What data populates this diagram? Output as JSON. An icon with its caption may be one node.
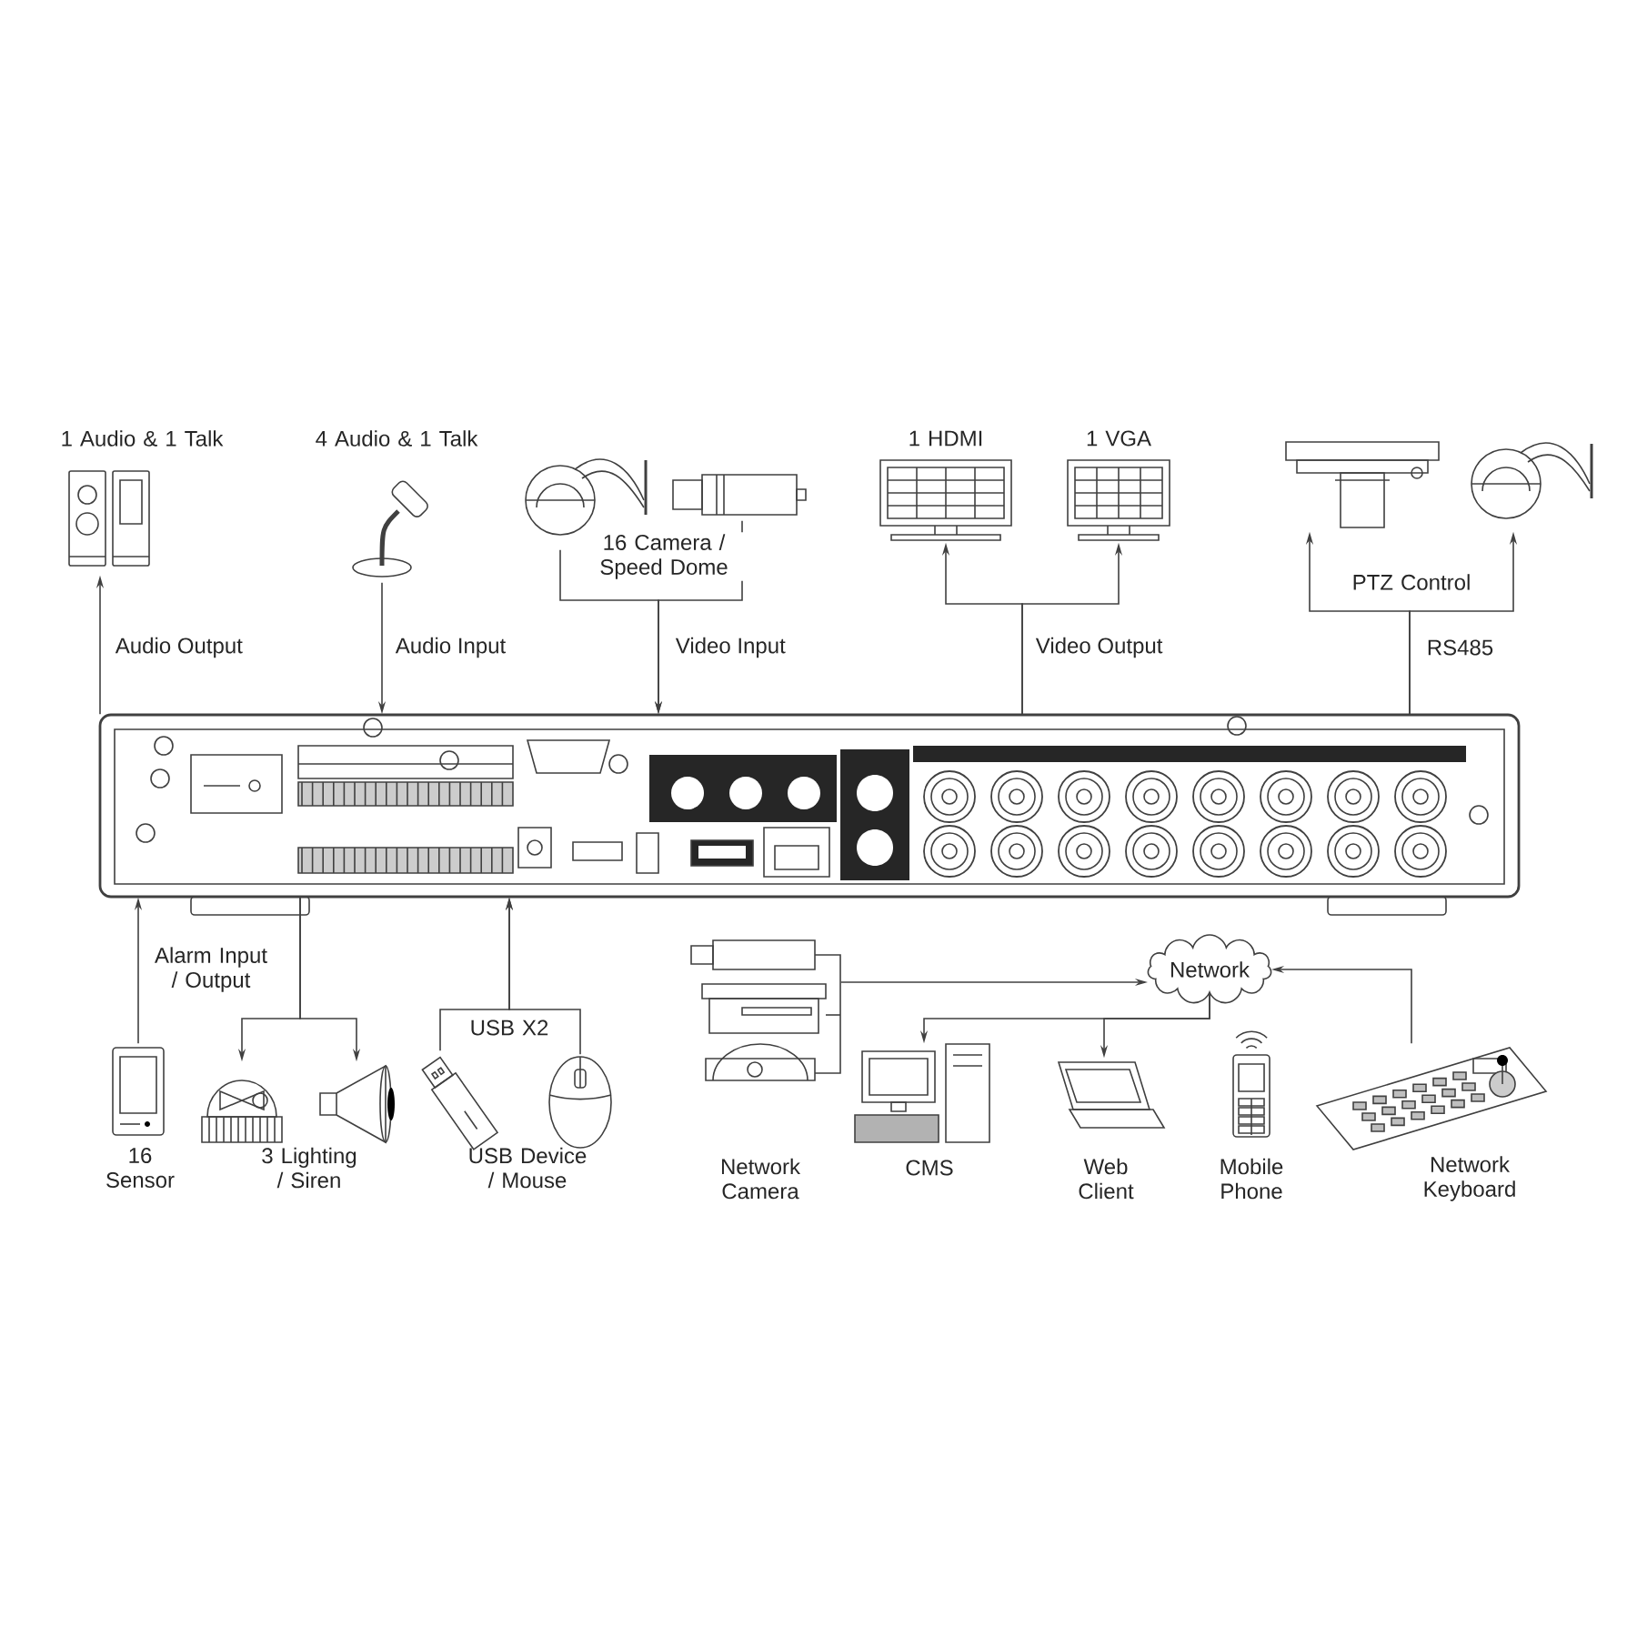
{
  "diagram": {
    "nodes": [
      {
        "text": [
          "1 Audio & 1 Talk"
        ]
      },
      {
        "text": [
          "4 Audio & 1 Talk"
        ]
      },
      {
        "text": [],
        "shape": "picture"
      },
      {
        "text": [],
        "shape": "picture"
      },
      {
        "text": [
          "1 HDMI"
        ]
      },
      {
        "text": [
          "1 VGA"
        ]
      },
      {
        "text": [],
        "shape": "picture"
      },
      {
        "text": [],
        "shape": "picture"
      },
      {
        "text": [],
        "shape": "picture"
      },
      {
        "text": [
          "16 Sensor"
        ]
      },
      {
        "text": [],
        "shape": "picture"
      },
      {
        "text": [],
        "shape": "picture"
      },
      {
        "text": [],
        "shape": "picture"
      },
      {
        "text": [],
        "shape": "picture"
      },
      {
        "text": [
          "Network Camera"
        ]
      },
      {
        "text": [
          "Network"
        ]
      },
      {
        "text": [
          "CMS"
        ]
      },
      {
        "text": [
          "Web Client"
        ]
      },
      {
        "text": [
          "Mobile Phone"
        ]
      },
      {
        "text": [
          "Network Keyboard"
        ]
      }
    ],
    "edges": [
      {
        "from": 8,
        "to": 0,
        "arrow": "to",
        "label": "Audio Output"
      },
      {
        "from": 1,
        "to": 8,
        "arrow": "to",
        "label": "Audio Input"
      },
      {
        "from": 2,
        "to": 8,
        "arrow": "to",
        "label": "Video Input"
      },
      {
        "from": 3,
        "to": 8,
        "arrow": "to"
      },
      {
        "from": 8,
        "to": 4,
        "arrow": "to",
        "label": "Video Output"
      },
      {
        "from": 8,
        "to": 5,
        "arrow": "to"
      },
      {
        "from": 8,
        "to": 6,
        "arrow": "to",
        "label": "RS485"
      },
      {
        "from": 8,
        "to": 7,
        "arrow": "to"
      },
      {
        "from": 9,
        "to": 8,
        "arrow": "to"
      },
      {
        "from": 8,
        "to": 10,
        "arrow": "to"
      },
      {
        "from": 8,
        "to": 11,
        "arrow": "to"
      },
      {
        "from": 12,
        "to": 8,
        "arrow": "to"
      },
      {
        "from": 13,
        "to": 8,
        "arrow": "to"
      },
      {
        "from": 14,
        "to": 15,
        "arrow": "to"
      },
      {
        "from": 15,
        "to": 16,
        "arrow": "to"
      },
      {
        "from": 15,
        "to": 17,
        "arrow": "to"
      },
      {
        "from": 19,
        "to": 15,
        "arrow": "to"
      }
    ],
    "labels": [
      "16 Camera / Speed Dome",
      "PTZ Control",
      "Alarm Input / Output",
      "USB X2",
      "3 Lighting / Siren",
      "USB Device / Mouse"
    ]
  }
}
